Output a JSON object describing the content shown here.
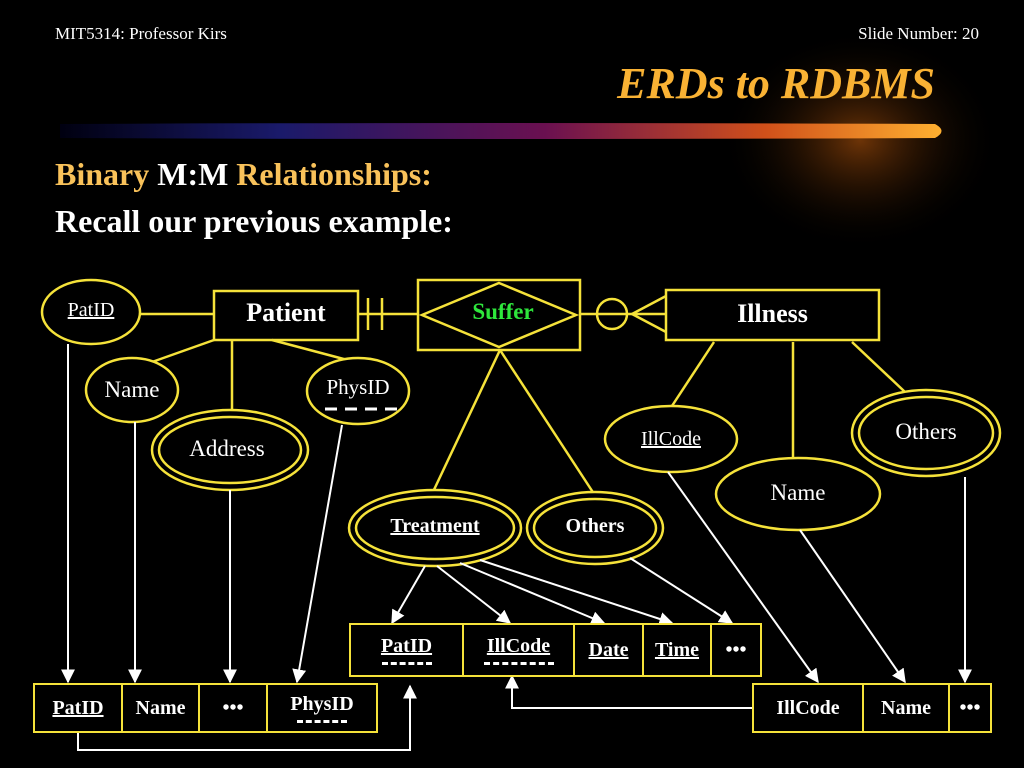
{
  "header": {
    "course": "MIT5314: Professor Kirs",
    "slide_number": "Slide Number: 20"
  },
  "title": "ERDs to RDBMS",
  "heading": {
    "part1": "Binary",
    "part2": "M:M",
    "part3": "Relationships:",
    "line2": "Recall our previous example:"
  },
  "entities": {
    "patient": "Patient",
    "illness": "Illness",
    "relationship": "Suffer"
  },
  "attributes": {
    "patient_id": "PatID",
    "patient_name": "Name",
    "patient_address": "Address",
    "patient_physid": "PhysID",
    "suffer_treatment": "Treatment",
    "suffer_others": "Others",
    "illness_code": "IllCode",
    "illness_name": "Name",
    "illness_others": "Others"
  },
  "tables": {
    "patient_table": [
      "PatID",
      "Name",
      "•••",
      "PhysID"
    ],
    "suffer_table": [
      "PatID",
      "IllCode",
      "Date",
      "Time",
      "•••"
    ],
    "illness_table": [
      "IllCode",
      "Name",
      "•••"
    ]
  },
  "colors": {
    "background": "#000000",
    "outline": "#F5E23A",
    "title": "#F9B234",
    "relationship_text": "#2EE63C"
  }
}
